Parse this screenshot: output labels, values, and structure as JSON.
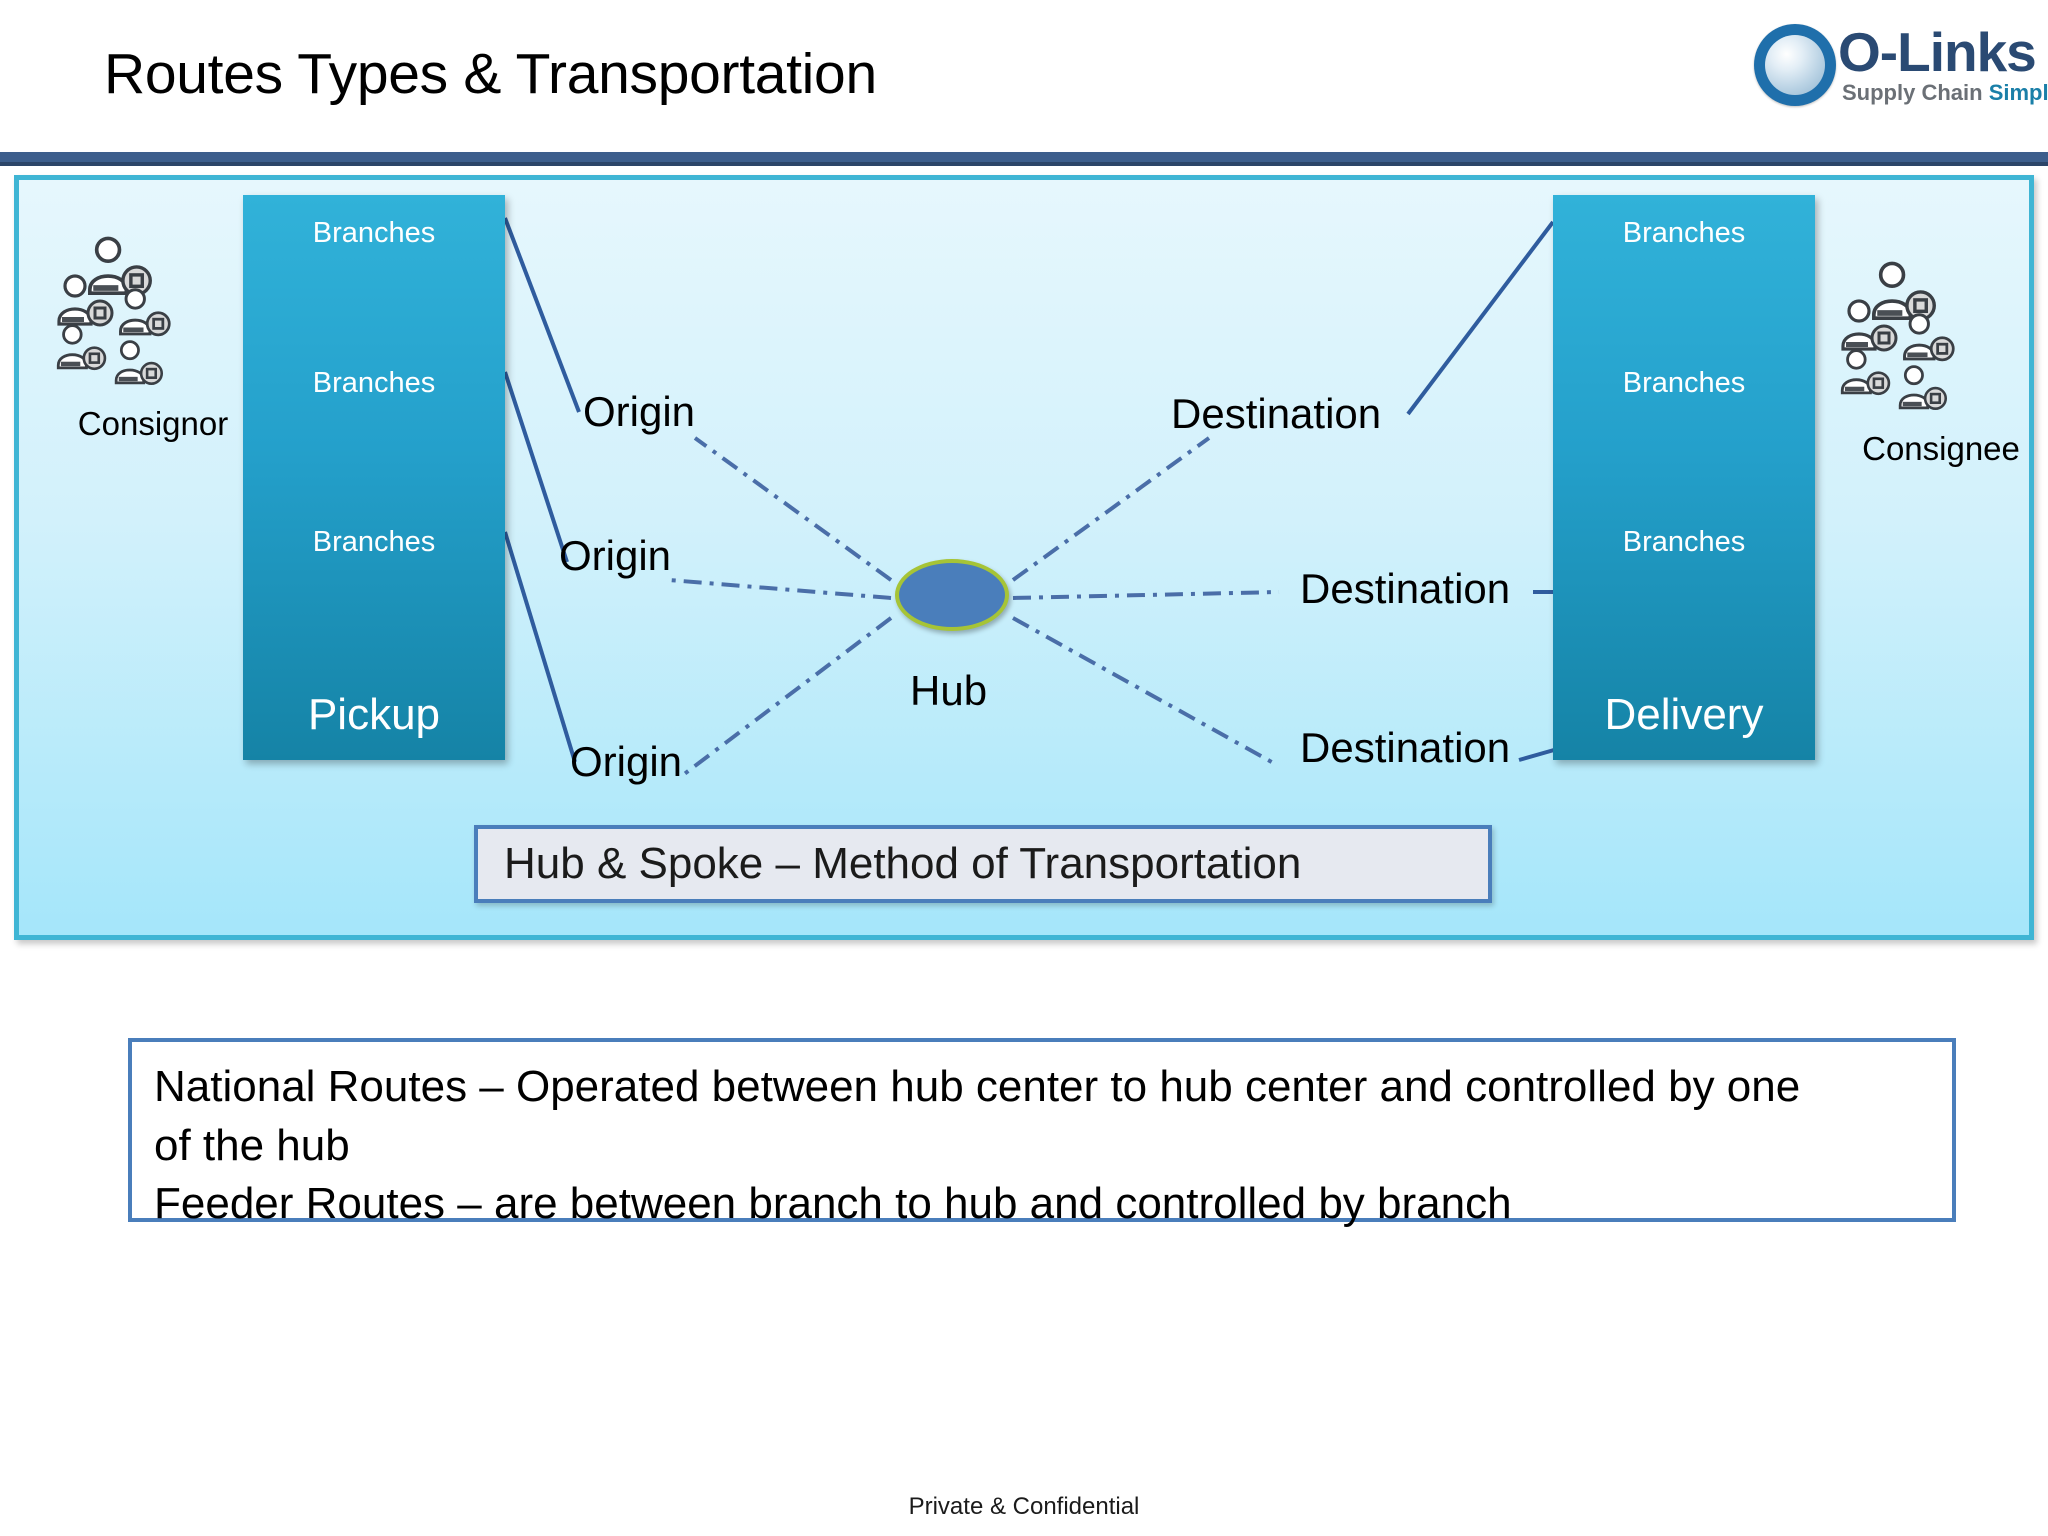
{
  "slide": {
    "title": "Routes Types & Transportation",
    "footer": "Private & Confidential"
  },
  "brand": {
    "name": "O-Links",
    "tagline_normal": "Supply Chain ",
    "tagline_accent": "Simplified",
    "logo_icon": "sphere-logo-icon",
    "colors": {
      "wordmark": "#2a4a73",
      "accent": "#1a7fa8",
      "ring": "#1f6fab"
    }
  },
  "diagram": {
    "panel_border_color": "#3fb5d4",
    "consignor": {
      "caption": "Consignor",
      "person_count": 5,
      "icon": "person-user-icon"
    },
    "consignee": {
      "caption": "Consignee",
      "person_count": 5,
      "icon": "person-user-icon"
    },
    "pickup_column": {
      "title": "Pickup",
      "branches": [
        "Branches",
        "Branches",
        "Branches"
      ],
      "gradient_top": "#31b2d9",
      "gradient_bottom": "#1583a6"
    },
    "delivery_column": {
      "title": "Delivery",
      "branches": [
        "Branches",
        "Branches",
        "Branches"
      ],
      "gradient_top": "#31b2d9",
      "gradient_bottom": "#1583a6"
    },
    "origins": [
      "Origin",
      "Origin",
      "Origin"
    ],
    "destinations": [
      "Destination",
      "Destination",
      "Destination"
    ],
    "hub": {
      "label": "Hub",
      "fill": "#4a7ebb",
      "stroke": "#a6c436"
    },
    "spoke_line_color": "#4a6ea8",
    "leader_line_color": "#2f5c9e",
    "banner": {
      "text": "Hub & Spoke – Method of Transportation",
      "border_color": "#4a7ebb",
      "fill": "#e6e9f0"
    }
  },
  "notes": {
    "border_color": "#4a7ebb",
    "lines": [
      "National Routes – Operated between hub center to hub center and controlled by one",
      "of the hub",
      "Feeder Routes – are between branch to hub and controlled by branch"
    ]
  }
}
